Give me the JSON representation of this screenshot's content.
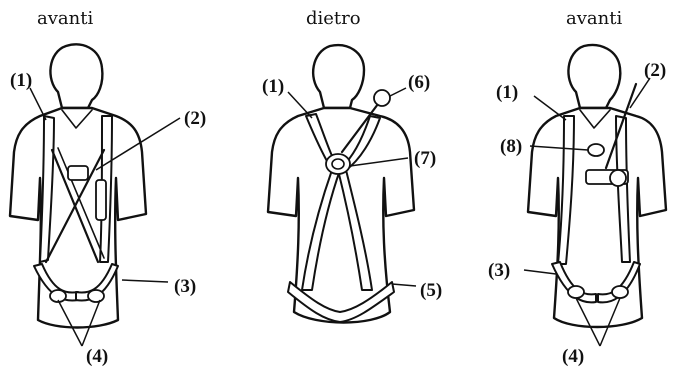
{
  "captions": {
    "front_left": "avanti",
    "back": "dietro",
    "front_right": "avanti"
  },
  "labels": {
    "l1": "(1)",
    "l2": "(2)",
    "l3": "(3)",
    "l4": "(4)",
    "l5": "(5)",
    "l6": "(6)",
    "l7": "(7)",
    "l8": "(8)"
  }
}
